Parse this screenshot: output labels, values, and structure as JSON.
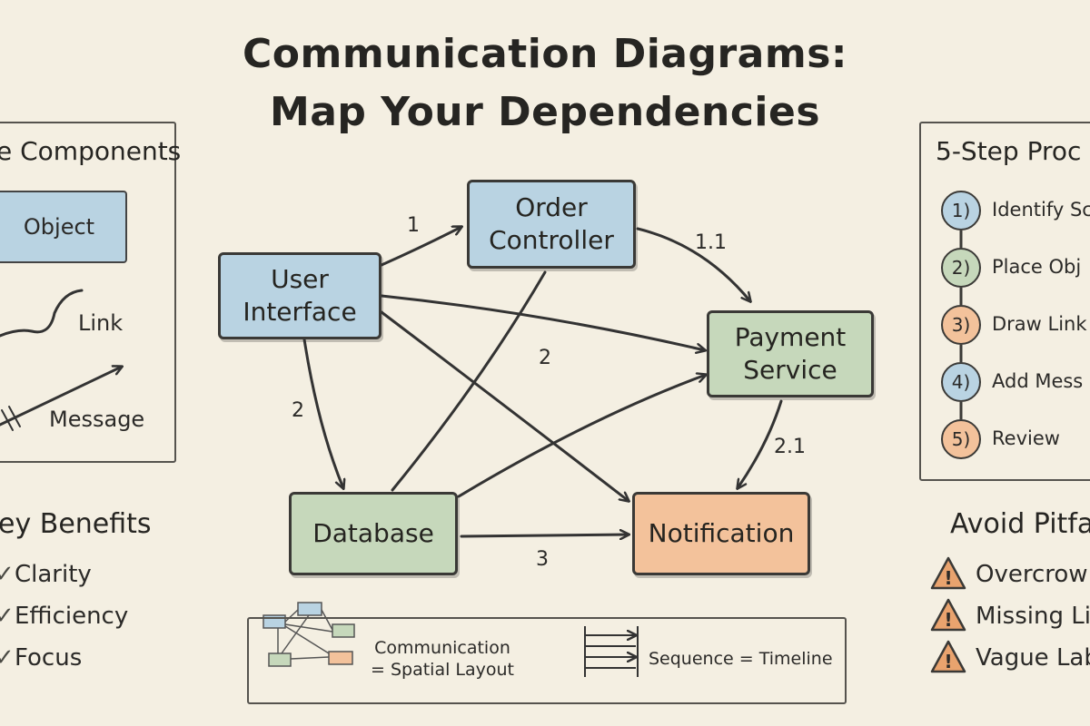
{
  "title_line1": "Communication Diagrams:",
  "title_line2": "Map Your Dependencies",
  "nodes": {
    "order_controller": "Order\nController",
    "user_interface": "User\nInterface",
    "payment_service": "Payment\nService",
    "database": "Database",
    "notification": "Notification"
  },
  "edge_labels": {
    "e1": "1",
    "e11": "1.1",
    "e2a": "2",
    "e2b": "2",
    "e21": "2.1",
    "e3": "3"
  },
  "components_panel": {
    "title": "e Components",
    "object": "Object",
    "link": "Link",
    "message": "Message"
  },
  "benefits": {
    "title": "ey Benefits",
    "items": [
      "Clarity",
      "Efficiency",
      "Focus"
    ]
  },
  "steps_panel": {
    "title": "5-Step Proc",
    "steps": [
      {
        "num": "1)",
        "label": "Identify Sc",
        "color": "#b9d3e2"
      },
      {
        "num": "2)",
        "label": "Place Obj",
        "color": "#c6d8bb"
      },
      {
        "num": "3)",
        "label": "Draw Link",
        "color": "#f3c29b"
      },
      {
        "num": "4)",
        "label": "Add Mess",
        "color": "#b9d3e2"
      },
      {
        "num": "5)",
        "label": "Review",
        "color": "#f3c29b"
      }
    ]
  },
  "pitfalls": {
    "title": "Avoid Pitfa",
    "items": [
      "Overcrow",
      "Missing Li",
      "Vague Lab"
    ]
  },
  "bottom_legend": {
    "comm_line1": "Communication",
    "comm_line2": "= Spatial Layout",
    "sequence": "Sequence = Timeline"
  },
  "colors": {
    "blue": "#b9d3e2",
    "green": "#c6d8bb",
    "orange": "#f3c29b",
    "warning": "#e9a36e"
  }
}
